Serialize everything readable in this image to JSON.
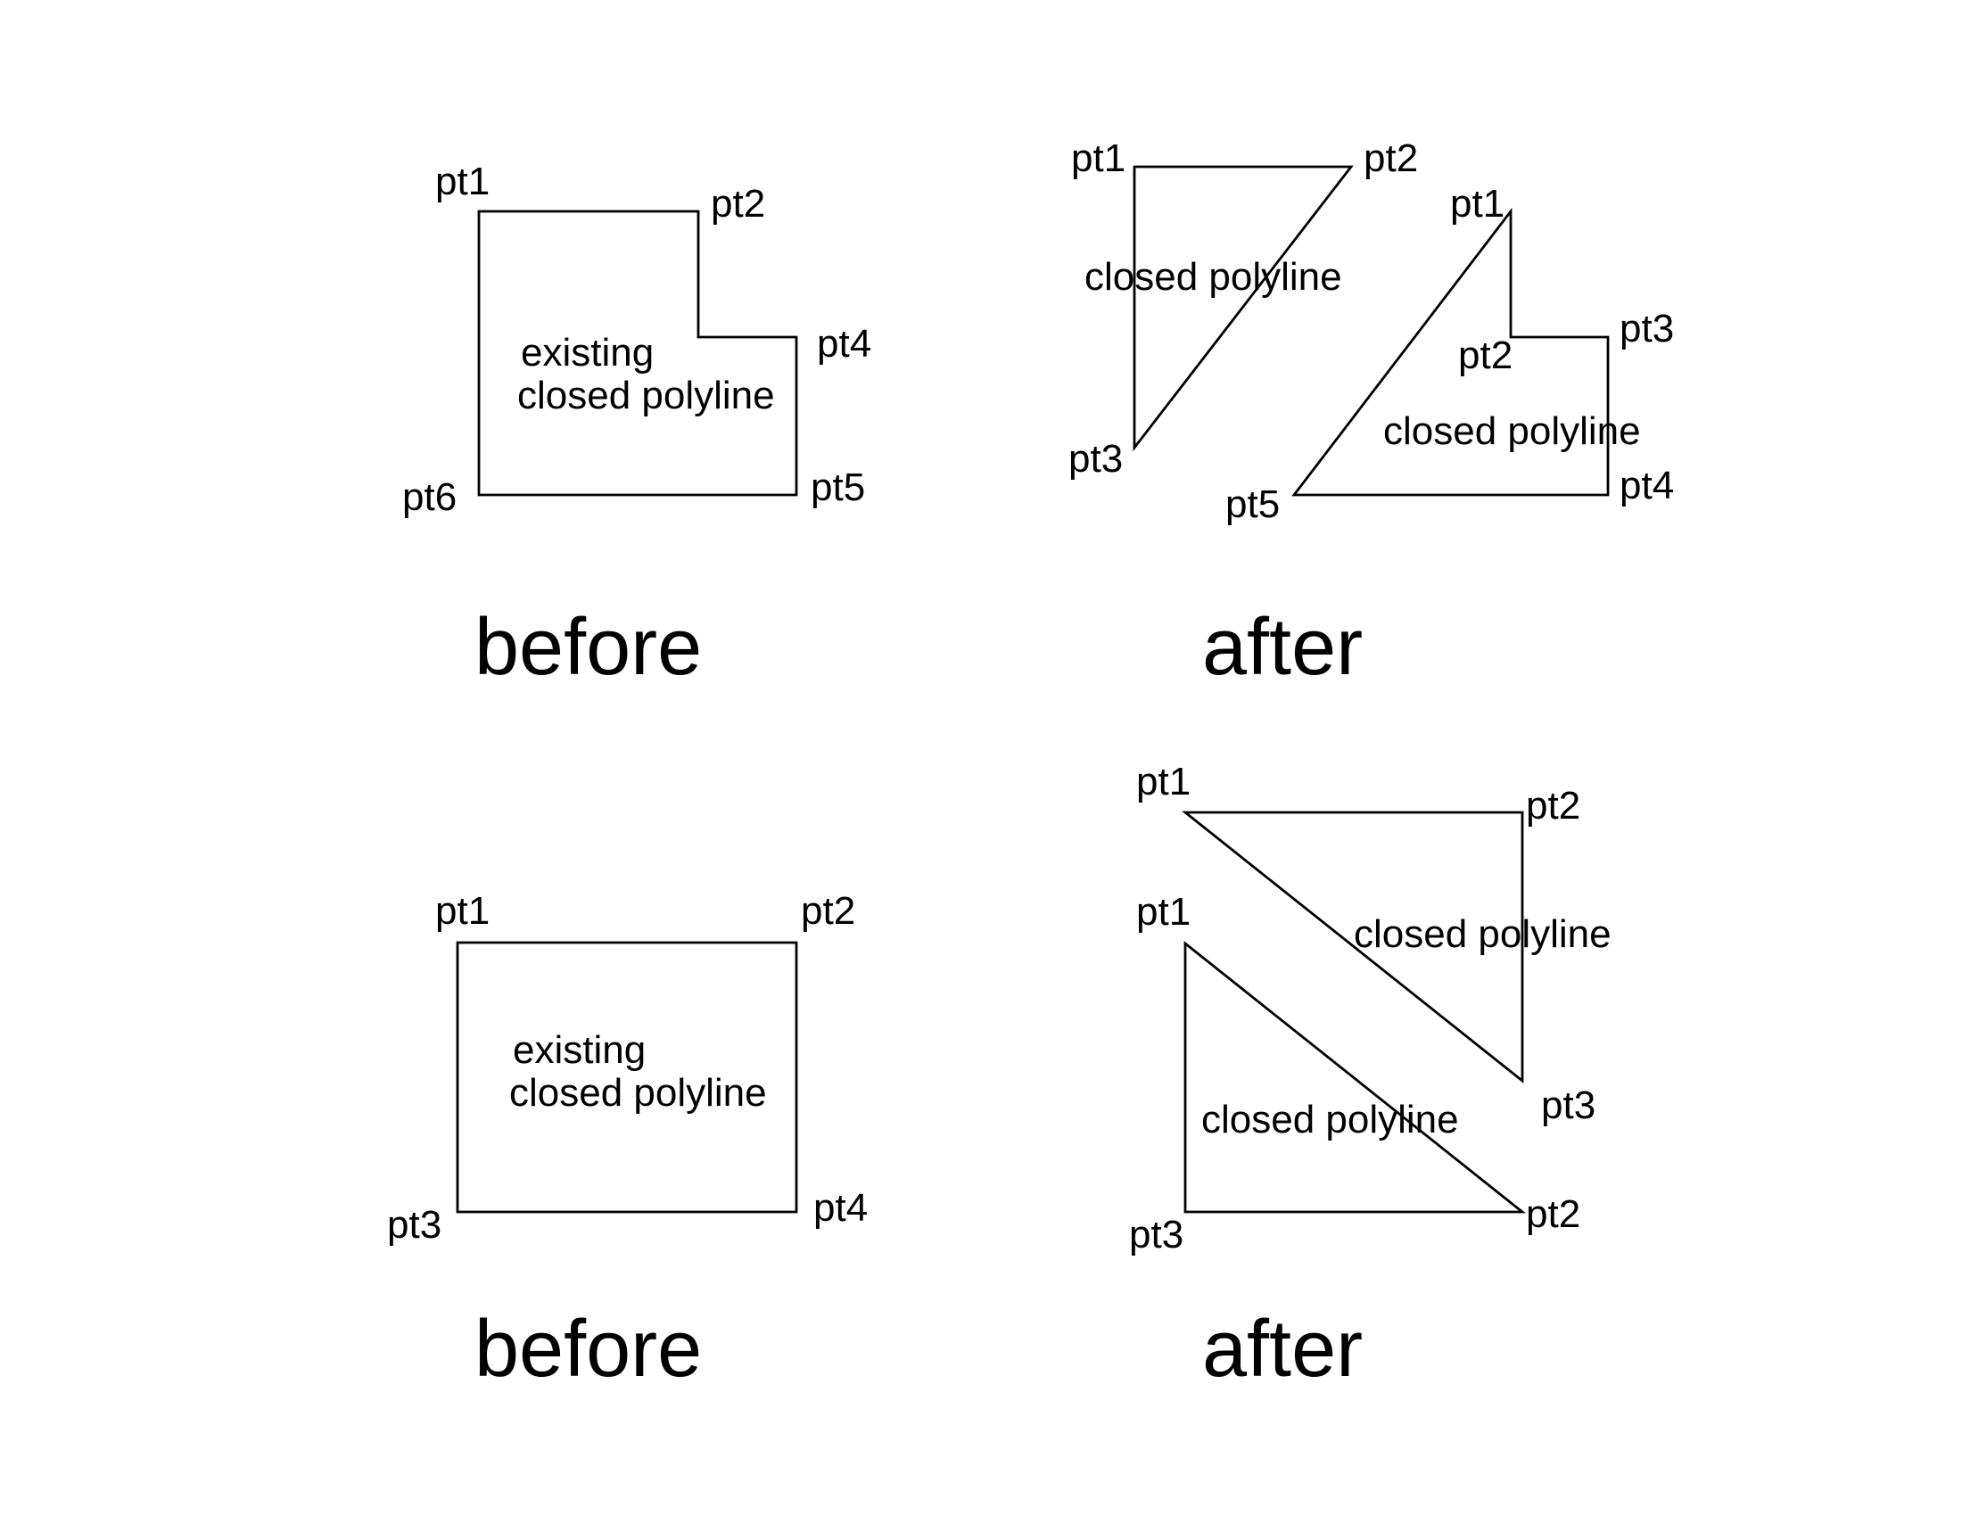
{
  "colors": {
    "background": "#ffffff",
    "stroke": "#000000",
    "text": "#000000"
  },
  "panels": {
    "top_before": {
      "caption": "before",
      "polyline_label_line1": "existing",
      "polyline_label_line2": "closed polyline",
      "points": {
        "pt1": "pt1",
        "pt2": "pt2",
        "pt4": "pt4",
        "pt5": "pt5",
        "pt6": "pt6"
      }
    },
    "top_after": {
      "caption": "after",
      "triangle": {
        "label": "closed polyline",
        "pt1": "pt1",
        "pt2": "pt2",
        "pt3": "pt3"
      },
      "pentagon": {
        "label": "closed polyline",
        "pt1": "pt1",
        "pt2": "pt2",
        "pt3": "pt3",
        "pt4": "pt4",
        "pt5": "pt5"
      }
    },
    "bottom_before": {
      "caption": "before",
      "polyline_label_line1": "existing",
      "polyline_label_line2": "closed polyline",
      "points": {
        "pt1": "pt1",
        "pt2": "pt2",
        "pt3": "pt3",
        "pt4": "pt4"
      }
    },
    "bottom_after": {
      "caption": "after",
      "upper_triangle": {
        "label": "closed polyline",
        "pt1": "pt1",
        "pt2": "pt2",
        "pt3": "pt3"
      },
      "lower_triangle": {
        "label": "closed polyline",
        "pt1": "pt1",
        "pt2": "pt2",
        "pt3": "pt3"
      }
    }
  }
}
